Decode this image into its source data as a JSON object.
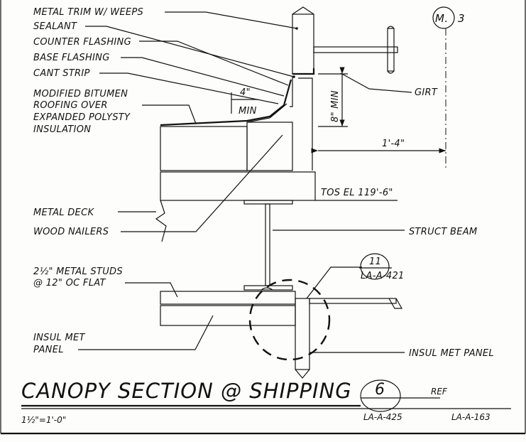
{
  "labels": {
    "metal_trim": "METAL TRIM W/ WEEPS",
    "sealant": "SEALANT",
    "counter_flashing": "COUNTER FLASHING",
    "base_flashing": "BASE FLASHING",
    "cant_strip": "CANT STRIP",
    "roofing_1": "MODIFIED BITUMEN",
    "roofing_2": "ROOFING OVER",
    "roofing_3": "EXPANDED POLYSTY",
    "roofing_4": "INSULATION",
    "metal_deck": "METAL DECK",
    "wood_nailers": "WOOD NAILERS",
    "metal_studs_1": "2½\" METAL STUDS",
    "metal_studs_2": "@ 12\" OC FLAT",
    "insul_met_left_1": "INSUL MET",
    "insul_met_left_2": "PANEL",
    "struct_beam": "STRUCT BEAM",
    "insul_met_right": "INSUL MET PANEL",
    "girt": "GIRT",
    "tos_el": "TOS EL 119'-6\"",
    "dim_4": "4\"",
    "dim_min": "MIN",
    "dim_1_4": "1'-4\"",
    "dim_8_min": "8\" MIN",
    "grid_m": "M.",
    "grid_3": "3"
  },
  "callouts": {
    "detail_number": "11",
    "detail_sheet": "LA-A-421"
  },
  "title": {
    "text": "CANOPY SECTION @ SHIPPING",
    "section_number": "6",
    "ref_label": "REF",
    "scale": "1½\"=1'-0\"",
    "section_sheet": "LA-A-425",
    "ref_sheet": "LA-A-163"
  }
}
